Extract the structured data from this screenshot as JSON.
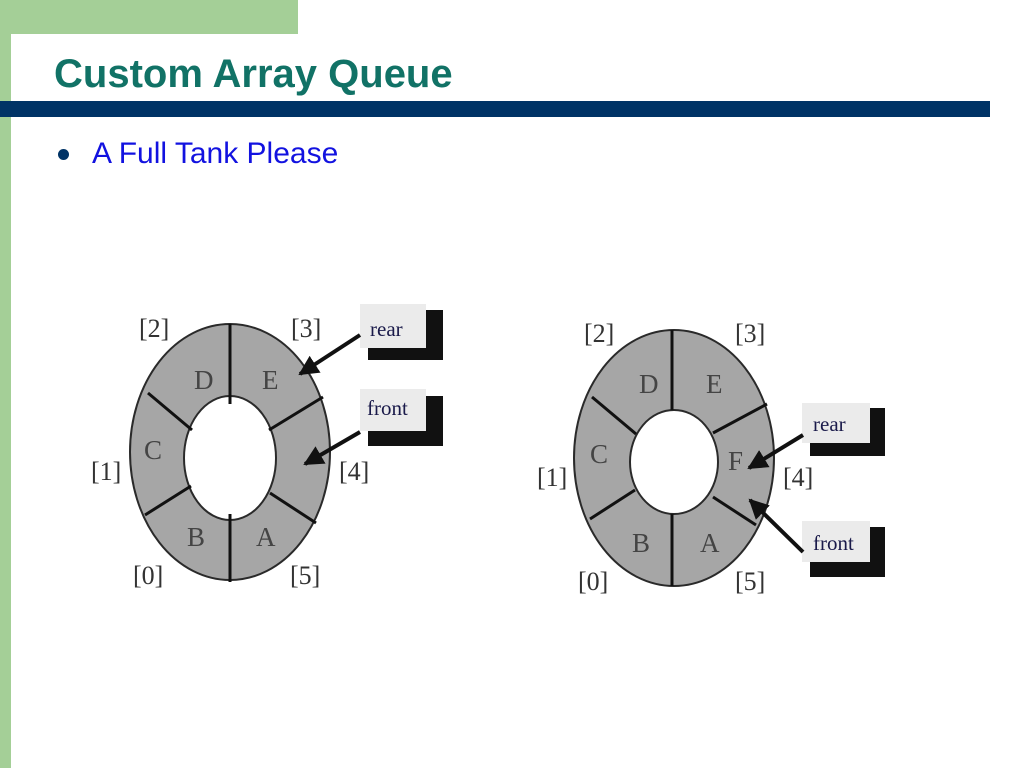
{
  "slide": {
    "title": "Custom Array Queue",
    "bullet": "A Full Tank Please"
  },
  "colors": {
    "title": "#117266",
    "bullet_text": "#1212e0",
    "rule": "#003366",
    "accent_green": "#a4cf97",
    "ring_fill": "#a6a6a6"
  },
  "diagrams": [
    {
      "cells": [
        {
          "index": "[0]",
          "value": "B"
        },
        {
          "index": "[1]",
          "value": "C"
        },
        {
          "index": "[2]",
          "value": "D"
        },
        {
          "index": "[3]",
          "value": "E"
        },
        {
          "index": "[4]",
          "value": ""
        },
        {
          "index": "[5]",
          "value": "A"
        }
      ],
      "pointers": [
        {
          "label": "rear"
        },
        {
          "label": "front"
        }
      ]
    },
    {
      "cells": [
        {
          "index": "[0]",
          "value": "B"
        },
        {
          "index": "[1]",
          "value": "C"
        },
        {
          "index": "[2]",
          "value": "D"
        },
        {
          "index": "[3]",
          "value": "E"
        },
        {
          "index": "[4]",
          "value": "F"
        },
        {
          "index": "[5]",
          "value": "A"
        }
      ],
      "pointers": [
        {
          "label": "rear"
        },
        {
          "label": "front"
        }
      ]
    }
  ]
}
